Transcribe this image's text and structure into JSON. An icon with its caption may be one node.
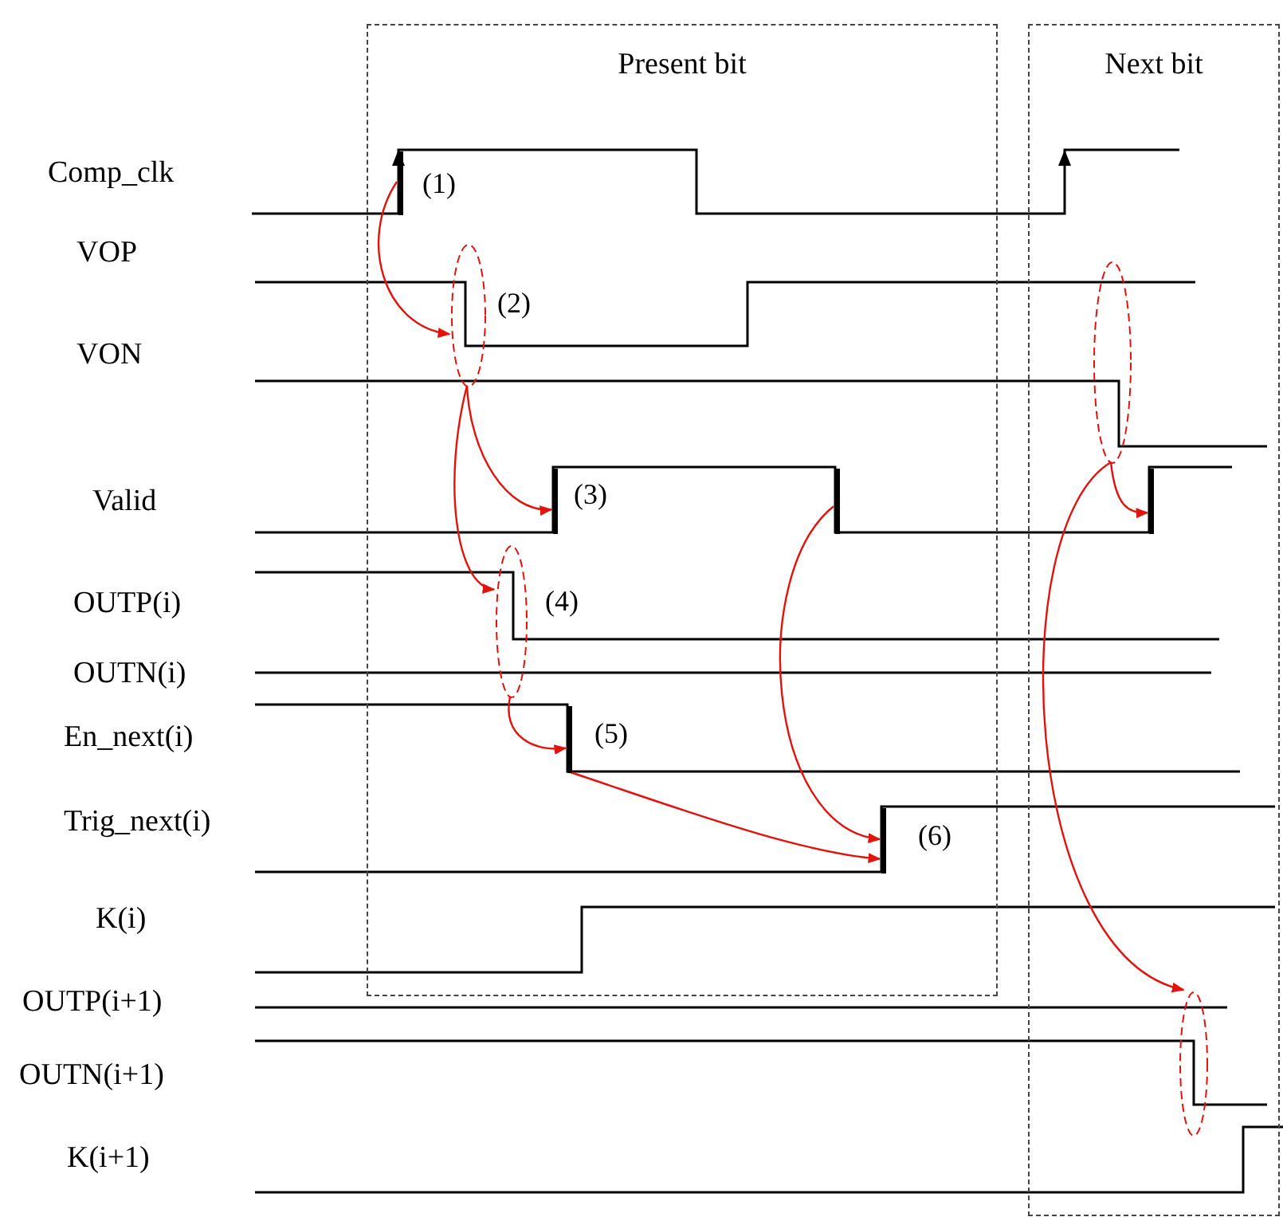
{
  "diagram": {
    "nodes": [
      {
        "text": [
          "Present bit"
        ]
      },
      {
        "text": [],
        "shape": "bar",
        "in": 0,
        "beside": [
          "(1)"
        ]
      },
      {
        "text": [],
        "shape": "ellipse",
        "in": 0,
        "beside": [
          "(2)"
        ]
      },
      {
        "text": [],
        "shape": "bar",
        "in": 0,
        "beside": [
          "(3)"
        ]
      },
      {
        "text": [],
        "shape": "ellipse",
        "in": 0,
        "beside": [
          "(4)"
        ]
      },
      {
        "text": [],
        "shape": "bar",
        "in": 0,
        "beside": [
          "(5)"
        ]
      },
      {
        "text": [],
        "shape": "bar",
        "in": 0
      },
      {
        "text": [],
        "shape": "bar",
        "in": 0,
        "beside": [
          "(6)"
        ]
      },
      {
        "text": [
          "Next bit"
        ]
      },
      {
        "text": [],
        "shape": "ellipse",
        "in": 8
      },
      {
        "text": [],
        "shape": "bar",
        "in": 8
      },
      {
        "text": [],
        "shape": "ellipse",
        "in": 8
      }
    ],
    "edges": [
      {
        "from": 1,
        "to": 2,
        "arrow": "to"
      },
      {
        "from": 2,
        "to": 3,
        "arrow": "to"
      },
      {
        "from": 2,
        "to": 4,
        "arrow": "to"
      },
      {
        "from": 4,
        "to": 5,
        "arrow": "to"
      },
      {
        "from": 5,
        "to": 7,
        "arrow": "to"
      },
      {
        "from": 6,
        "to": 7,
        "arrow": "to"
      },
      {
        "from": 9,
        "to": 10,
        "arrow": "to"
      },
      {
        "from": 9,
        "to": 11,
        "arrow": "to"
      }
    ],
    "labels": [
      "Comp_clk",
      "VOP",
      "VON",
      "Valid",
      "OUTP(i)",
      "OUTN(i)",
      "En_next(i)",
      "Trig_next(i)",
      "K(i)",
      "OUTP(i+1)",
      "OUTN(i+1)",
      "K(i+1)"
    ]
  }
}
